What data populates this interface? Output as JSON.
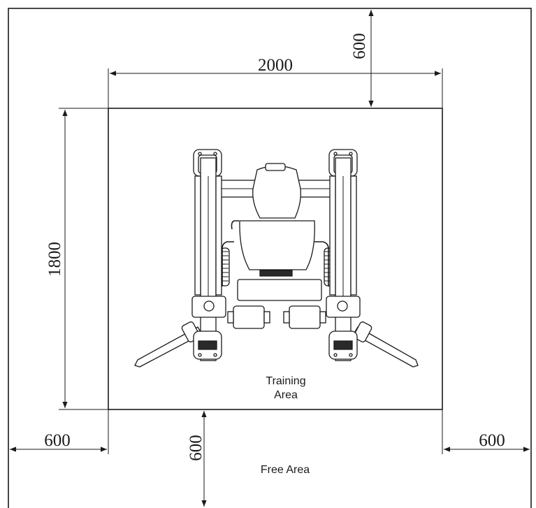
{
  "dimensions": {
    "top_width": "2000",
    "top_clearance": "600",
    "left_height": "1800",
    "left_clearance": "600",
    "right_clearance": "600",
    "bottom_clearance": "600"
  },
  "labels": {
    "training_area_line1": "Training",
    "training_area_line2": "Area",
    "free_area": "Free Area"
  },
  "colors": {
    "line": "#1a1a1a",
    "background": "#ffffff"
  }
}
